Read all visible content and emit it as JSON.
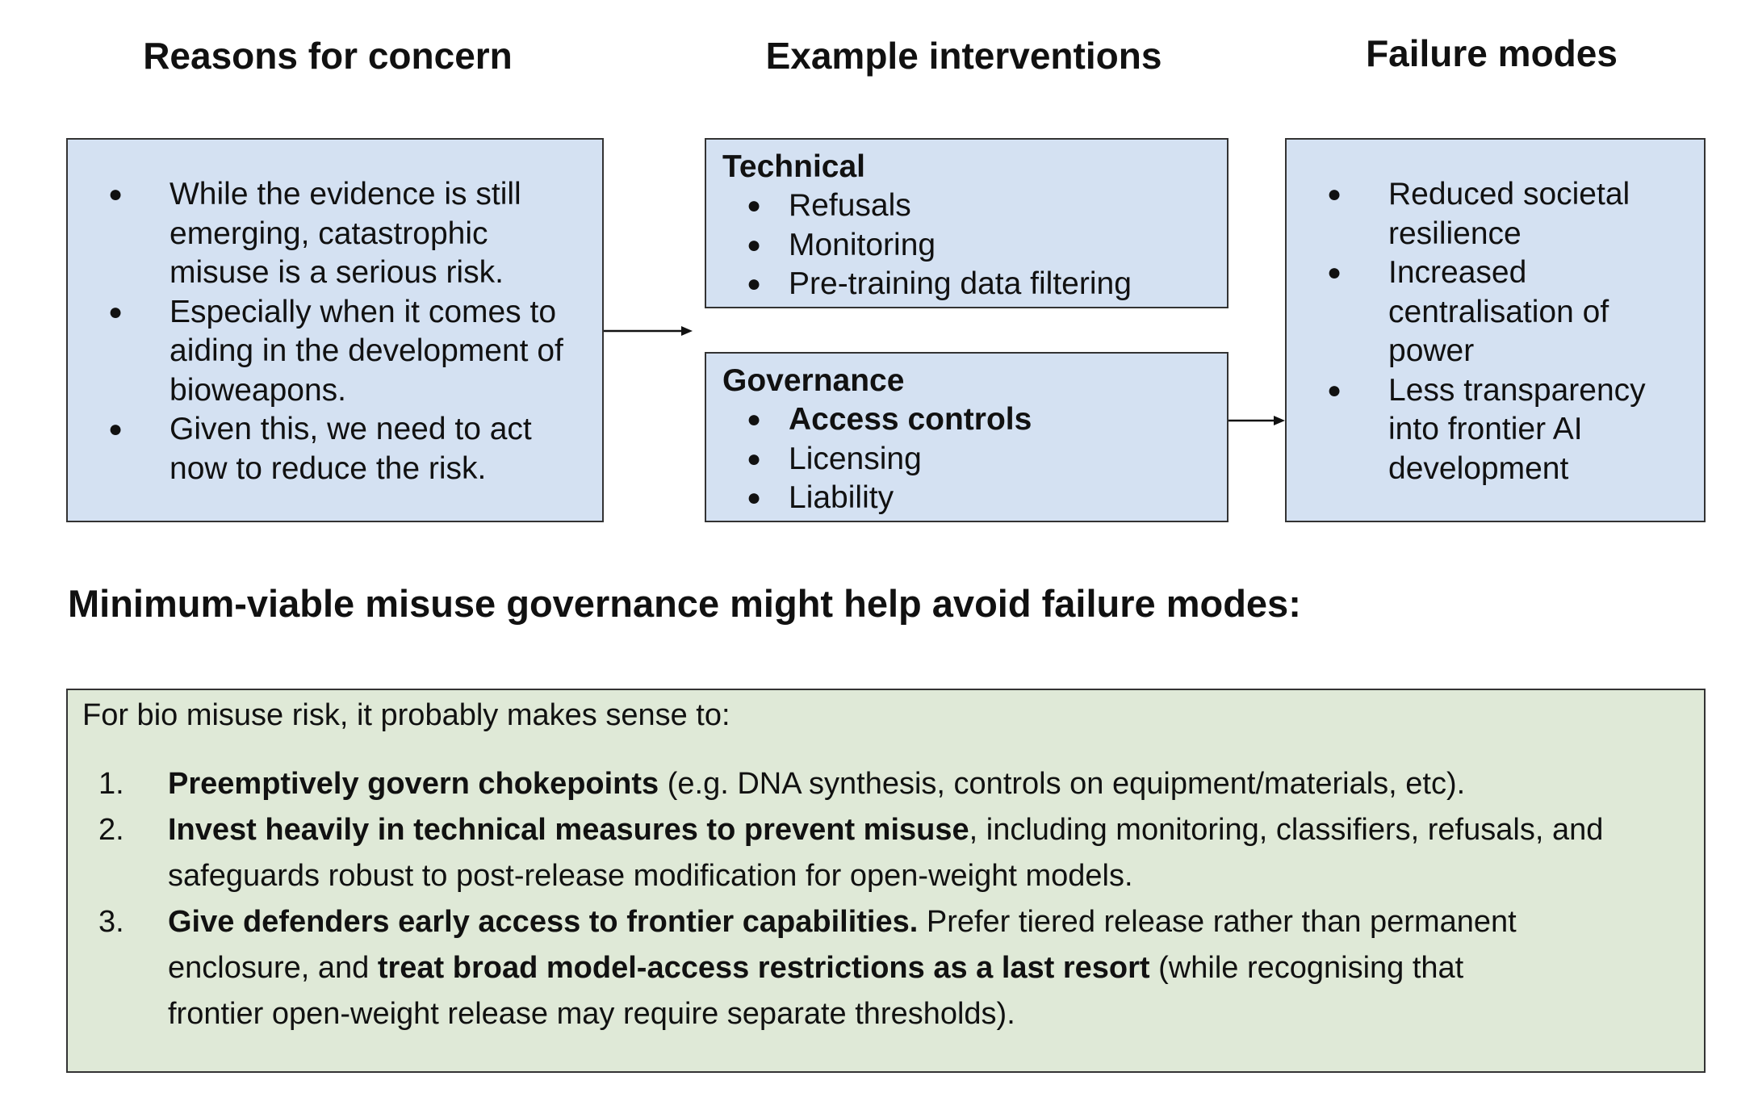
{
  "columns": {
    "concern_title": "Reasons for concern",
    "interventions_title": "Example interventions",
    "failure_title": "Failure modes"
  },
  "concern": {
    "items": [
      "While the evidence is still emerging, catastrophic misuse is a serious risk.",
      "Especially when it comes to aiding in the development of bioweapons.",
      "Given this, we need to act now to reduce the risk."
    ]
  },
  "technical": {
    "title": "Technical",
    "items": [
      "Refusals",
      "Monitoring",
      "Pre-training data filtering"
    ]
  },
  "governance": {
    "title": "Governance",
    "items": [
      "Access controls",
      "Licensing",
      "Liability"
    ]
  },
  "failure": {
    "items": [
      "Reduced societal resilience",
      "Increased centralisation of power",
      "Less transparency into frontier AI development"
    ]
  },
  "summary": {
    "heading": "Minimum-viable misuse governance might help avoid failure modes:",
    "intro": "For bio misuse risk, it probably makes sense to:",
    "items": [
      {
        "num": "1.",
        "bold": "Preemptively govern chokepoints",
        "rest": " (e.g. DNA synthesis, controls on equipment/materials, etc)."
      },
      {
        "num": "2.",
        "bold": "Invest heavily in technical measures to prevent misuse",
        "rest": ", including monitoring, classifiers, refusals, and safeguards robust to post-release modification for open-weight models."
      },
      {
        "num": "3.",
        "bold": "Give defenders early access to frontier capabilities.",
        "rest": " Prefer tiered release rather than permanent enclosure, and ",
        "bold2": "treat broad model-access restrictions as a last resort",
        "rest2": " (while recognising that frontier open-weight release may require separate thresholds)."
      }
    ]
  },
  "bullet_char": "●",
  "colors": {
    "box_blue": "#d4e1f2",
    "box_green": "#dfe9d7",
    "border": "#333333"
  }
}
